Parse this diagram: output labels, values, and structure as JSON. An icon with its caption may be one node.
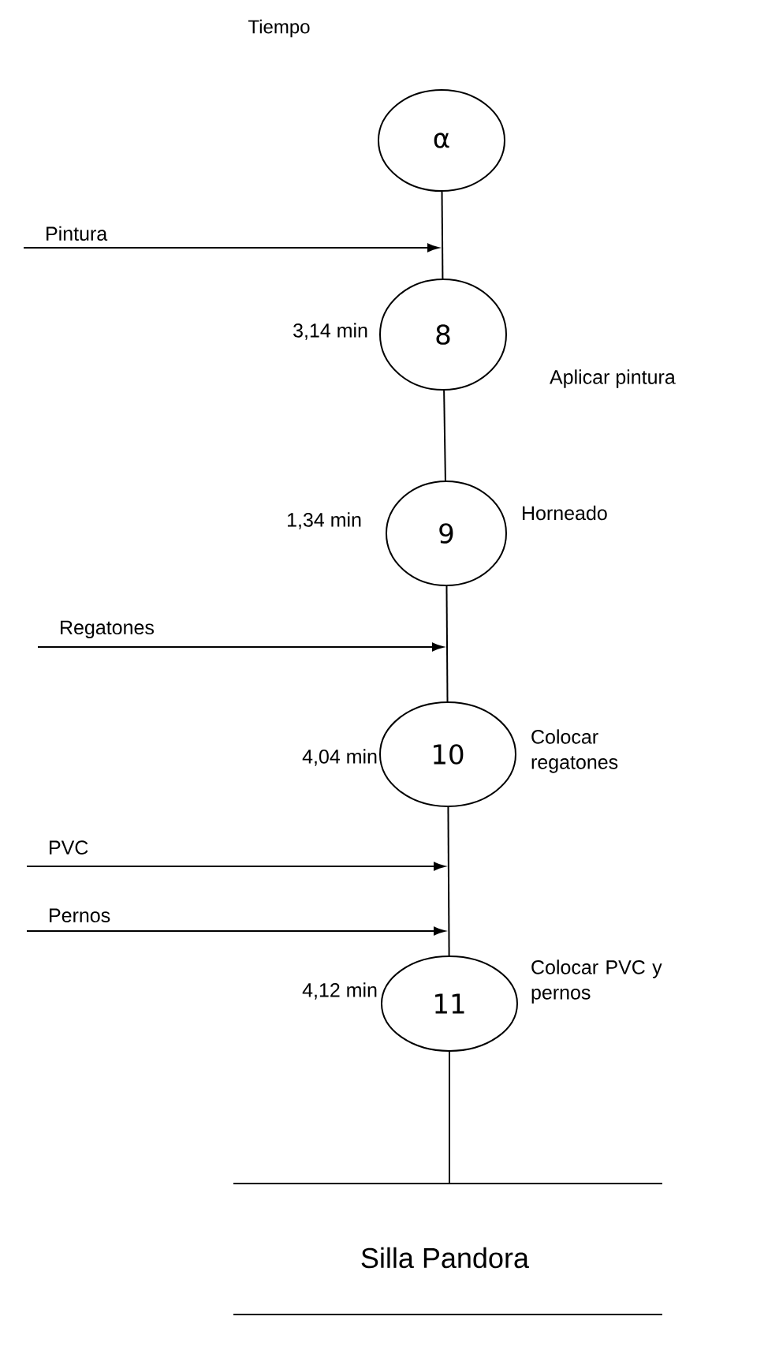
{
  "diagram": {
    "nodes": [
      {
        "text": [
          "α"
        ]
      },
      {
        "text": [
          "8"
        ],
        "beside": [
          "3,14 min",
          "Aplicar pintura"
        ]
      },
      {
        "text": [
          "9"
        ],
        "beside": [
          "1,34 min",
          "Horneado"
        ]
      },
      {
        "text": [
          "10"
        ],
        "beside": [
          "4,04 min",
          "Colocar regatones"
        ]
      },
      {
        "text": [
          "11"
        ],
        "beside": [
          "4,12 min",
          "Colocar PVC y pernos"
        ]
      },
      {
        "text": [
          "Pintura"
        ]
      },
      {
        "text": [
          "Regatones"
        ]
      },
      {
        "text": [
          "PVC"
        ]
      },
      {
        "text": [
          "Pernos"
        ]
      }
    ],
    "edges": [
      {
        "from": 0,
        "to": 1,
        "arrow": "none"
      },
      {
        "from": 1,
        "to": 2,
        "arrow": "none"
      },
      {
        "from": 2,
        "to": 3,
        "arrow": "none"
      },
      {
        "from": 3,
        "to": 4,
        "arrow": "none"
      },
      {
        "from": 4,
        "to": null,
        "arrow": "none"
      },
      {
        "from": 5,
        "to": null,
        "arrow": "to"
      },
      {
        "from": 6,
        "to": null,
        "arrow": "to"
      },
      {
        "from": 7,
        "to": null,
        "arrow": "to"
      },
      {
        "from": 8,
        "to": null,
        "arrow": "to"
      }
    ],
    "labels": [
      "Tiempo",
      "Silla Pandora"
    ]
  }
}
